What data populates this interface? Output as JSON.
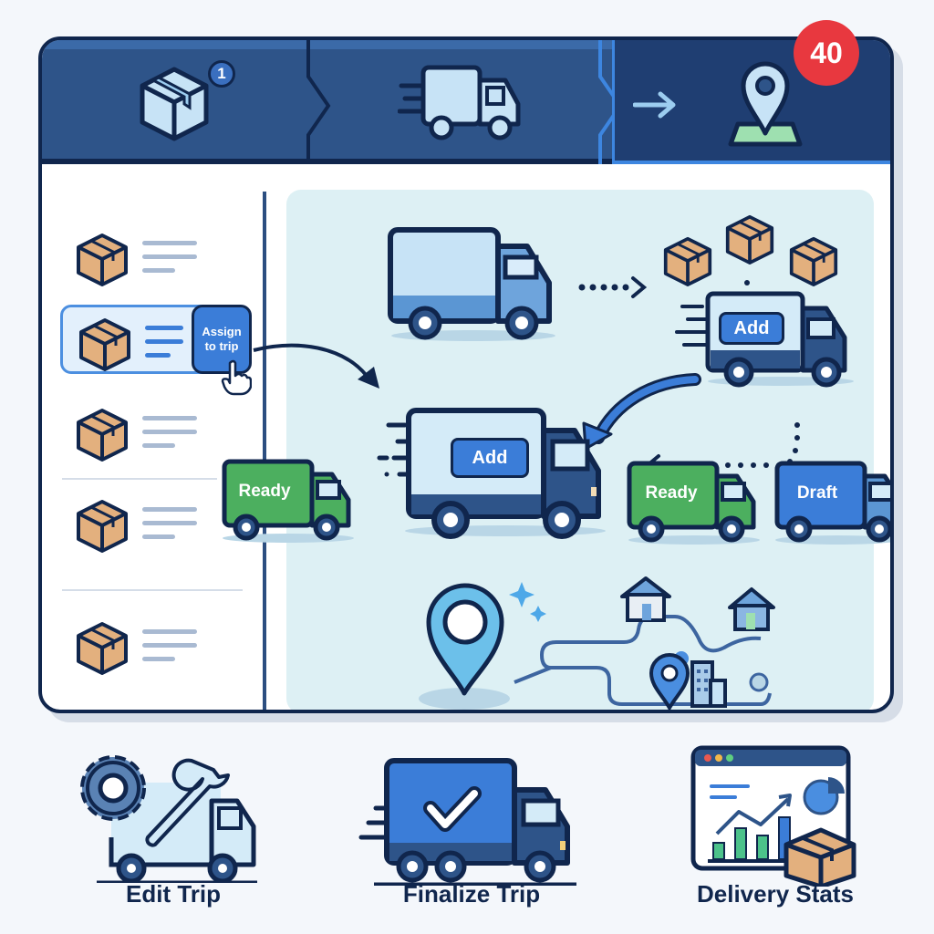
{
  "stepper": {
    "steps": [
      {
        "name": "packages",
        "icon": "package-icon",
        "badge": "1"
      },
      {
        "name": "truck",
        "icon": "delivery-truck-icon"
      },
      {
        "name": "destination",
        "icon": "map-pin-icon",
        "active": true
      }
    ],
    "notification_count": "40"
  },
  "sidebar": {
    "items": [
      {
        "icon": "package-icon",
        "selected": false
      },
      {
        "icon": "package-icon",
        "selected": true,
        "action_label": "Assign to trip"
      },
      {
        "icon": "package-icon",
        "selected": false
      },
      {
        "icon": "package-icon",
        "selected": false
      },
      {
        "icon": "package-icon",
        "selected": false
      }
    ]
  },
  "canvas": {
    "trucks": [
      {
        "id": "empty-truck",
        "label": ""
      },
      {
        "id": "loading-truck",
        "label": "Add"
      },
      {
        "id": "main-truck",
        "label": "Add"
      },
      {
        "id": "ready-truck-left",
        "label": "Ready"
      },
      {
        "id": "ready-truck-right",
        "label": "Ready"
      },
      {
        "id": "draft-truck",
        "label": "Draft"
      }
    ],
    "route": {
      "stops": [
        "origin-pin",
        "house-1",
        "waypoint",
        "house-2",
        "city-pin",
        "end-pin"
      ]
    }
  },
  "actions": [
    {
      "label": "Edit Trip",
      "icon": "edit-truck-icon"
    },
    {
      "label": "Finalize Trip",
      "icon": "finalize-truck-icon"
    },
    {
      "label": "Delivery Stats",
      "icon": "stats-dashboard-icon"
    }
  ],
  "colors": {
    "navy": "#10264d",
    "header_blue": "#2e5489",
    "accent_blue": "#3b7dd8",
    "ready_green": "#4caf5f",
    "badge_red": "#e8383f",
    "canvas_bg": "#ddf0f4",
    "box_tan": "#e3b07e"
  }
}
